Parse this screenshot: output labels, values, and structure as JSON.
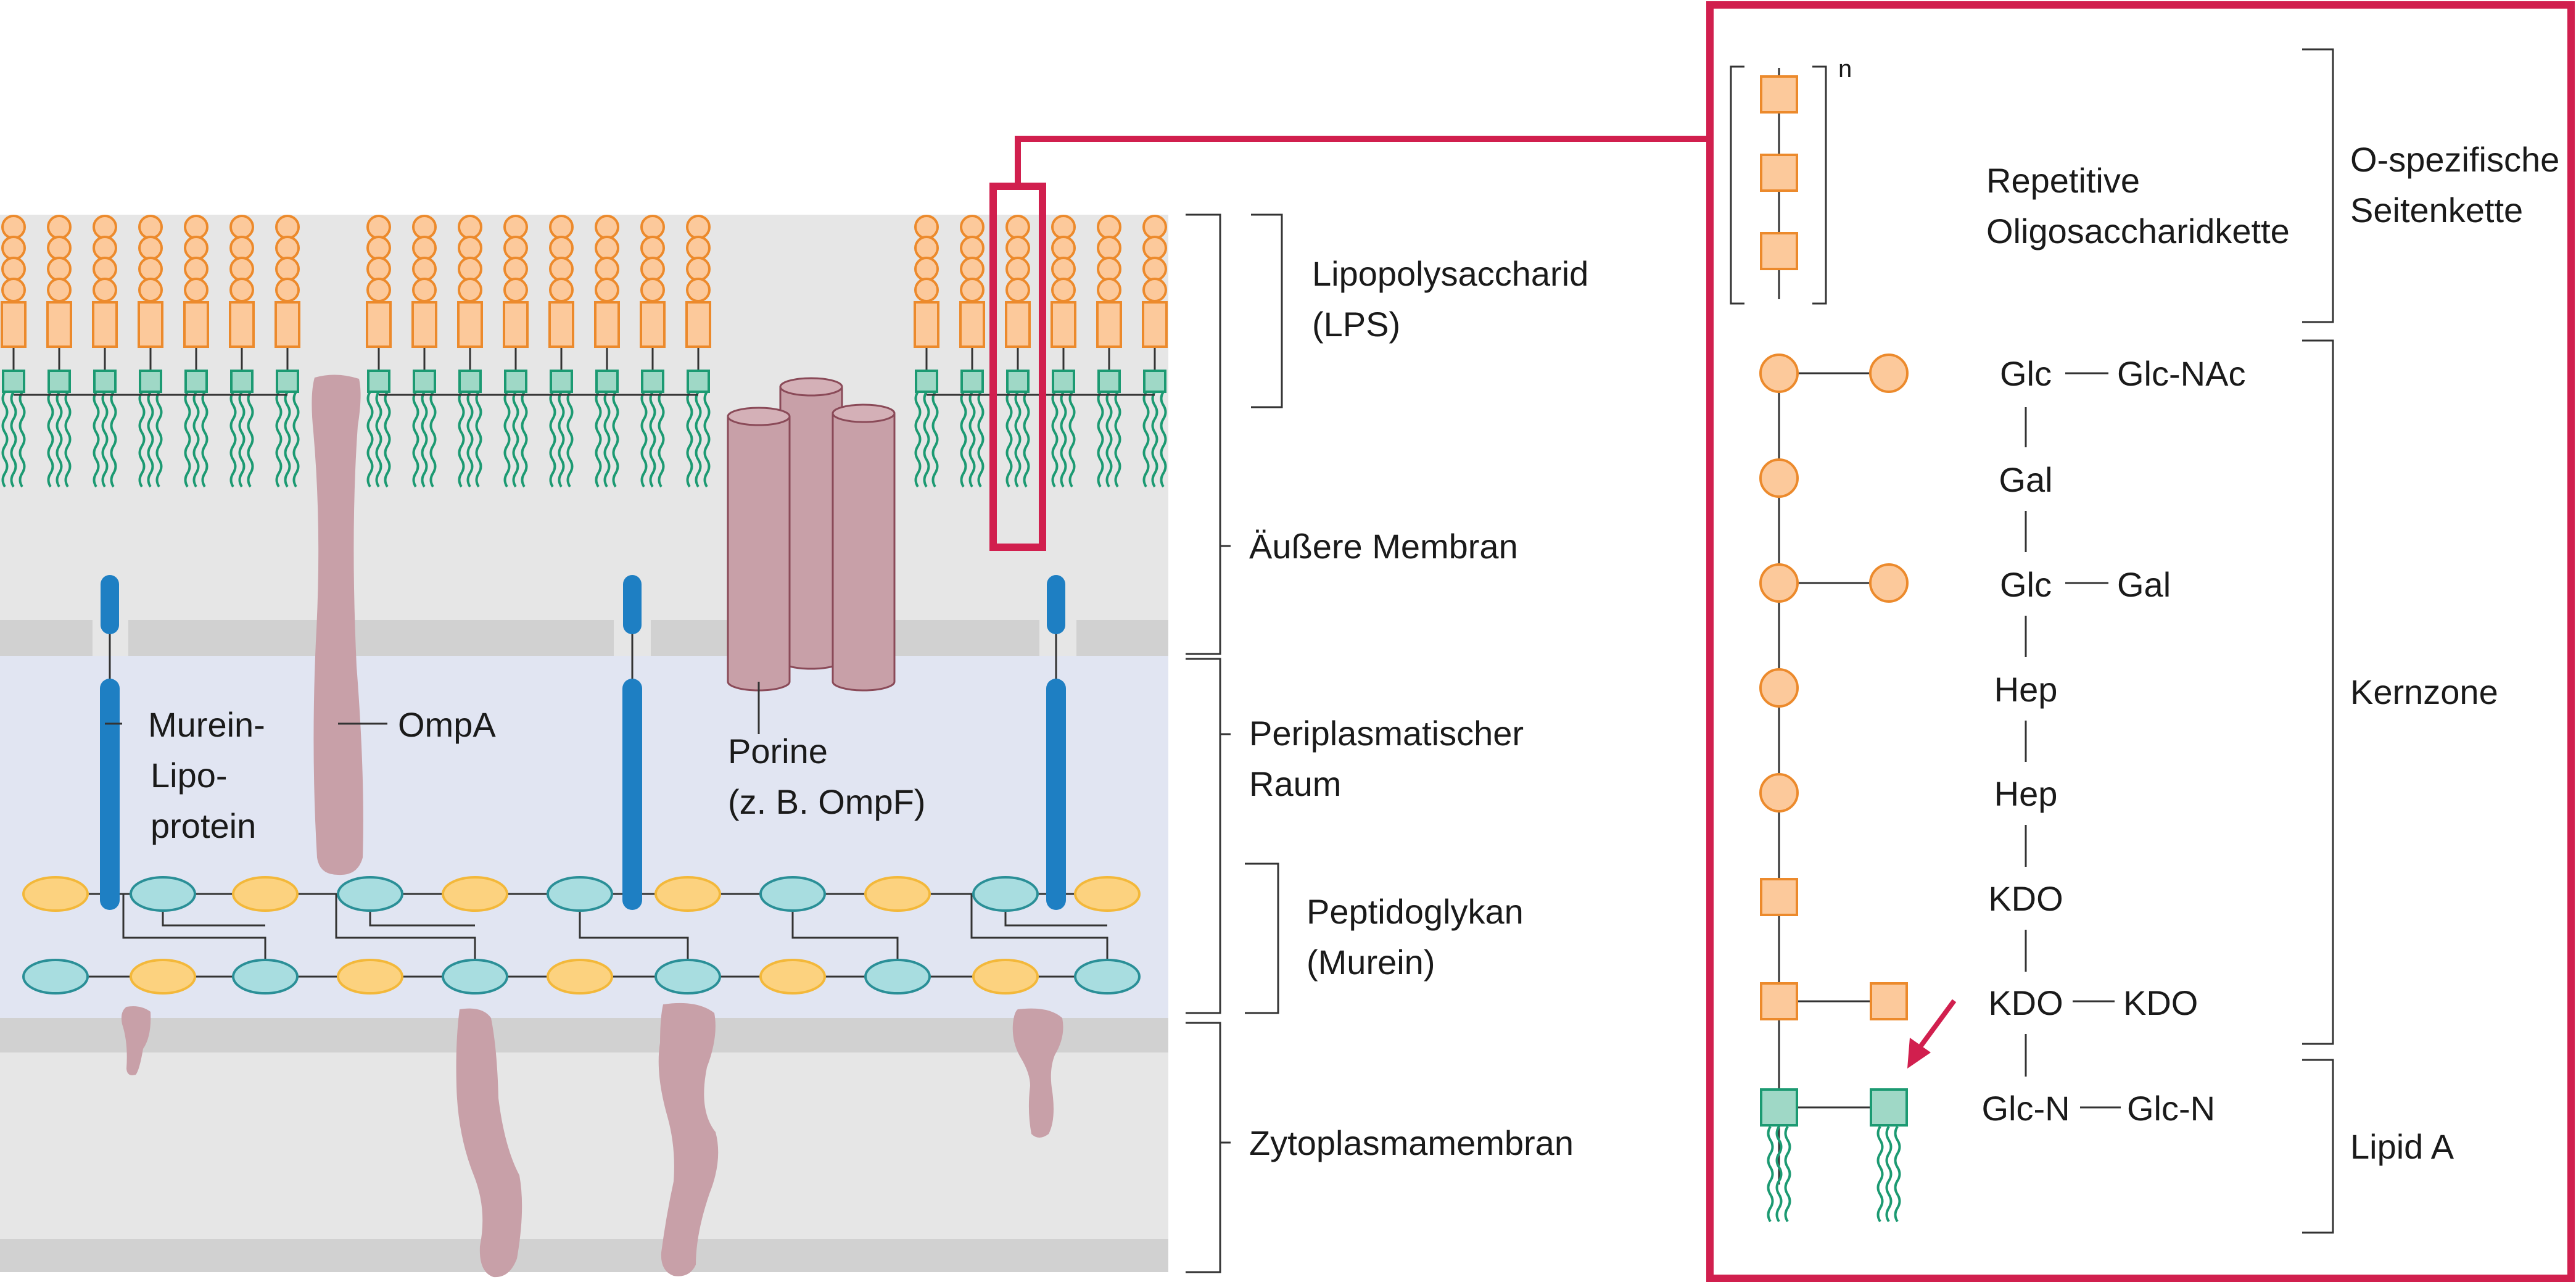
{
  "labels": {
    "lps_line1": "Lipopolysaccharid",
    "lps_line2": "(LPS)",
    "outer_membrane": "Äußere Membran",
    "periplasm_line1": "Periplasmatischer",
    "periplasm_line2": "Raum",
    "peptidoglycan_line1": "Peptidoglykan",
    "peptidoglycan_line2": "(Murein)",
    "cytoplasmic_membrane": "Zytoplasmamembran",
    "murein_lipoprotein_line1": "Murein-",
    "murein_lipoprotein_line2": "Lipo-",
    "murein_lipoprotein_line3": "protein",
    "ompa": "OmpA",
    "porin_line1": "Porine",
    "porin_line2": "(z. B. OmpF)"
  },
  "detail": {
    "repeat_index": "n",
    "repetitive_line1": "Repetitive",
    "repetitive_line2": "Oligosaccharidkette",
    "o_specific_line1": "O-spezifische",
    "o_specific_line2": "Seitenkette",
    "core_zone": "Kernzone",
    "lipid_a": "Lipid A",
    "sugars": [
      {
        "left": "Glc",
        "right": "Glc-NAc"
      },
      {
        "left": "Gal",
        "right": ""
      },
      {
        "left": "Glc",
        "right": "Gal"
      },
      {
        "left": "Hep",
        "right": ""
      },
      {
        "left": "Hep",
        "right": ""
      },
      {
        "left": "KDO",
        "right": ""
      },
      {
        "left": "KDO",
        "right": "KDO"
      },
      {
        "left": "Glc-N",
        "right": "Glc-N"
      }
    ]
  },
  "colors": {
    "sugar_fill": "#fcc99b",
    "sugar_stroke": "#ec8a2c",
    "lipid_fill": "#9fd8c6",
    "lipid_stroke": "#1c9a72",
    "lipoprotein": "#1e7fc3",
    "protein": "#c8a0a8",
    "porin_stroke": "#8a4a58",
    "highlight": "#d11f4e",
    "periplasm": "#e1e5f2",
    "membrane": "#e6e6e6",
    "glycan_teal": "#a8dde0",
    "glycan_yellow": "#fcd27f"
  }
}
